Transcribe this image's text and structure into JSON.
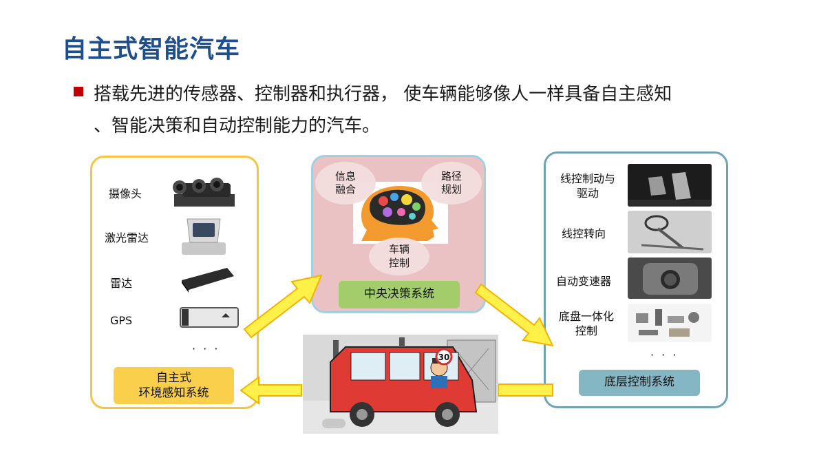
{
  "title": "自主式智能汽车",
  "bullet": {
    "line1": "搭载先进的传感器、控制器和执行器， 使车辆能够像人一样具备自主感知",
    "line2": "、智能决策和自动控制能力的汽车。"
  },
  "left_panel": {
    "items": [
      "摄像头",
      "激光雷达",
      "雷达",
      "GPS"
    ],
    "ellipsis": "· · ·",
    "label_line1": "自主式",
    "label_line2": "环境感知系统"
  },
  "center_panel": {
    "bubble_fusion": [
      "信息",
      "融合"
    ],
    "bubble_planning": [
      "路径",
      "规划"
    ],
    "bubble_control": [
      "车辆",
      "控制"
    ],
    "label": "中央决策系统"
  },
  "right_panel": {
    "items": [
      [
        "线控制动与",
        "驱动"
      ],
      [
        "线控转向"
      ],
      [
        "自动变速器"
      ],
      [
        "底盘一体化",
        "控制"
      ]
    ],
    "ellipsis": "· · ·",
    "label": "底层控制系统"
  },
  "car_sign": "30",
  "colors": {
    "title": "#1f4e8c",
    "bullet": "#c00000",
    "left_border": "#f5c542",
    "center_bg": "#eac2c4",
    "right_border": "#6fa4b6",
    "arrow": "#fff04a",
    "env_label": "#f9cf4c",
    "center_label": "#a3cd6a",
    "right_label": "#84b6c4"
  }
}
